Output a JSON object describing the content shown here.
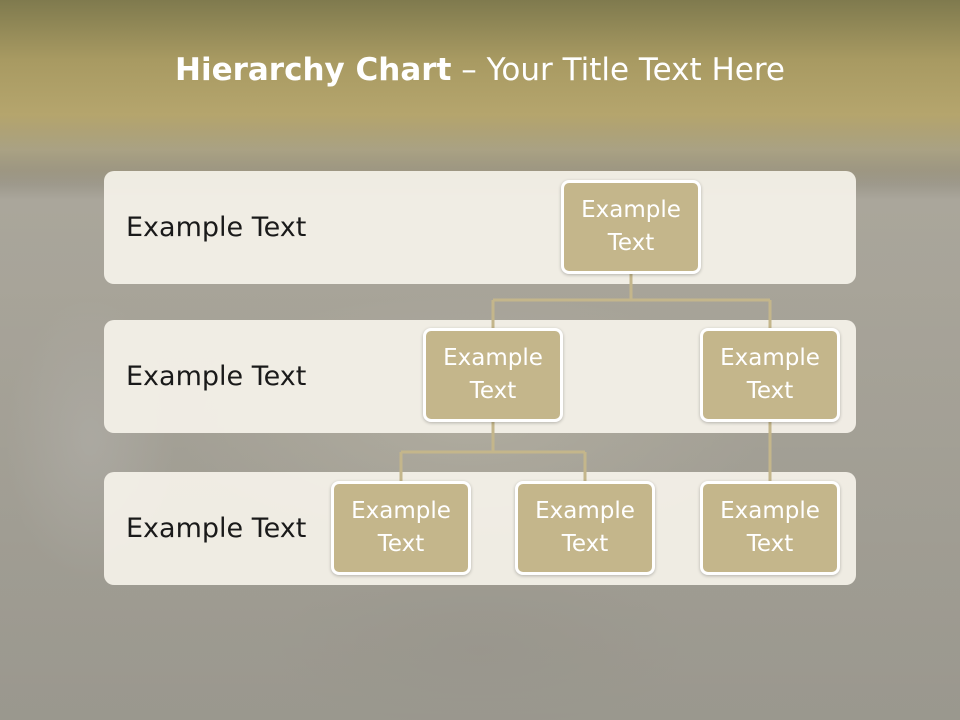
{
  "title": {
    "bold": "Hierarchy Chart",
    "rest": " – Your Title Text Here"
  },
  "levels": [
    {
      "label": "Example Text"
    },
    {
      "label": "Example Text"
    },
    {
      "label": "Example Text"
    }
  ],
  "nodes": {
    "root": "Example Text",
    "left": "Example Text",
    "right": "Example Text",
    "left_child_1": "Example Text",
    "left_child_2": "Example Text",
    "right_child_1": "Example Text"
  },
  "colors": {
    "node_fill": "#c4b68b",
    "connector": "#c4b68b",
    "band_fill": "#f5f2ea"
  }
}
